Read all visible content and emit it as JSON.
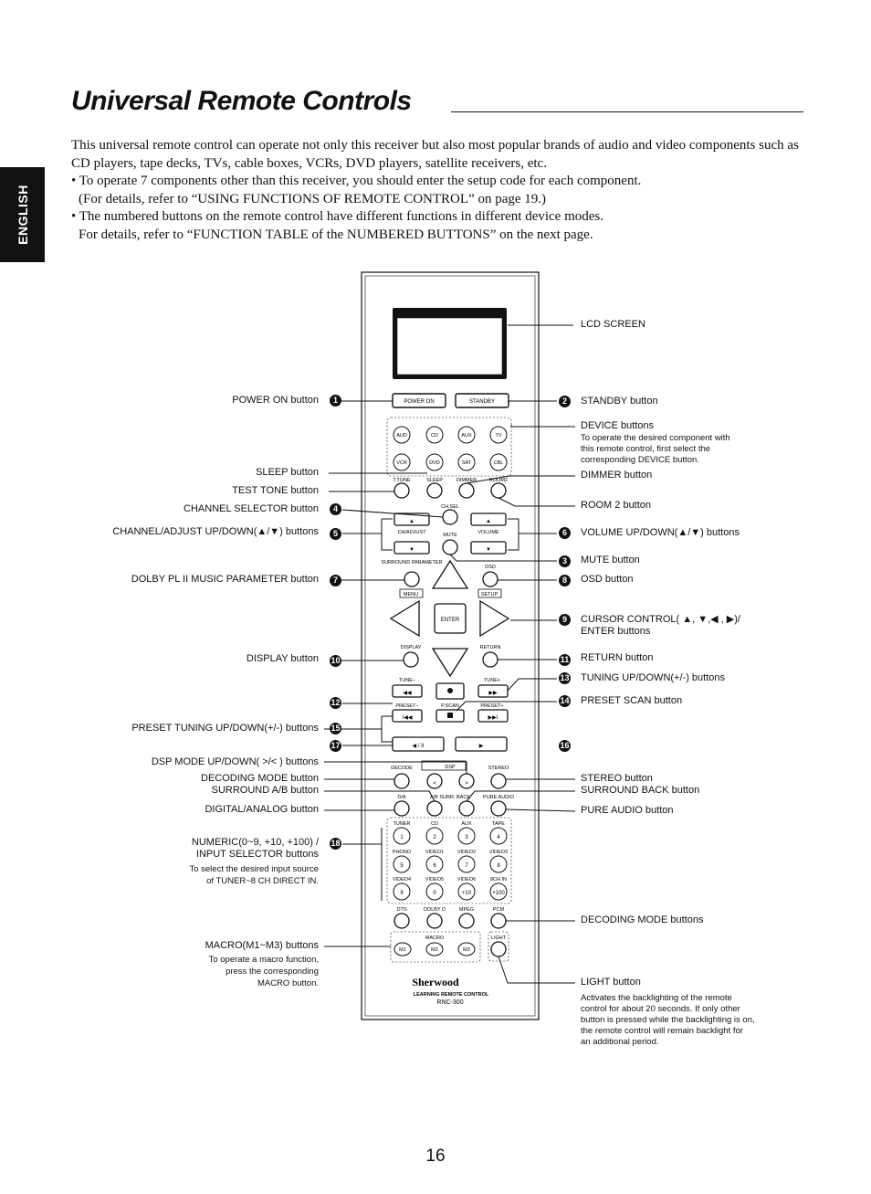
{
  "page": {
    "title": "Universal Remote Controls",
    "language_tab": "ENGLISH",
    "page_number": "16",
    "intro": {
      "para1": "This universal remote control can operate not only this receiver but also most popular brands of audio and video components such as CD players, tape decks, TVs, cable boxes, VCRs, DVD players, satellite receivers, etc.",
      "bullet1": "• To operate 7 components other than this receiver, you should enter the setup code for each component.",
      "bullet1_cont": "(For details, refer to “USING FUNCTIONS OF REMOTE CONTROL” on page 19.)",
      "bullet2": "• The numbered buttons on the remote control have different functions in different device modes.",
      "bullet2_cont": "For details, refer to “FUNCTION TABLE of the NUMBERED BUTTONS” on the next page."
    }
  },
  "remote": {
    "brand": "Sherwood",
    "subtitle": "LEARNING REMOTE CONTROL",
    "model": "RNC-300",
    "buttons": {
      "power_on": "POWER ON",
      "standby": "STANDBY",
      "aud": "AUD",
      "cd": "CD",
      "aux": "AUX",
      "tv": "TV",
      "vcr": "VCR",
      "dvd": "DVD",
      "sat": "SAT",
      "cbl": "CBL",
      "tone": "T.TONE",
      "sleep": "SLEEP",
      "dimmer": "DIMMER",
      "room2": "ROOM2",
      "chsel": "CH.SEL",
      "ch_adjust": "CH/ADJUST",
      "volume": "VOLUME",
      "mute": "MUTE",
      "surround_param": "SURROUND PARAMETER",
      "osd": "OSD",
      "menu": "MENU",
      "setup": "SETUP",
      "enter": "ENTER",
      "display": "DISPLAY",
      "return": "RETURN",
      "tune_minus": "TUNE−",
      "tune_plus": "TUNE+",
      "preset_minus": "PRESET−",
      "preset_plus": "PRESET+",
      "pscan": "P.SCAN",
      "decode": "DECODE",
      "dsp": "DSP",
      "stereo": "STEREO",
      "da": "D/A",
      "ab_surr_back": "A/B SURR. BACK",
      "pure_audio": "PURE AUDIO",
      "tuner": "TUNER",
      "cd2": "CD",
      "aux2": "AUX",
      "tape": "TAPE",
      "phono": "PHONO",
      "video1": "VIDEO1",
      "video2": "VIDEO2",
      "video3": "VIDEO3",
      "video4": "VIDEO4",
      "video5": "VIDEO5",
      "video6": "VIDEO6",
      "ch8in": "8CH IN",
      "dts": "DTS",
      "dolbyd": "DOLBY D",
      "mpeg": "MPEG",
      "pcm": "PCM",
      "macro": "MACRO",
      "m1": "M1",
      "m2": "M2",
      "m3": "M3",
      "light": "LIGHT",
      "n1": "1",
      "n2": "2",
      "n3": "3",
      "n4": "4",
      "n5": "5",
      "n6": "6",
      "n7": "7",
      "n8": "8",
      "n9": "9",
      "n0": "0",
      "p10": "+10",
      "p100": "+100"
    }
  },
  "callouts": {
    "left": {
      "power_on": "POWER ON button",
      "sleep": "SLEEP button",
      "test_tone": "TEST TONE button",
      "channel_selector": "CHANNEL SELECTOR button",
      "channel_adjust": "CHANNEL/ADJUST UP/DOWN(▲/▼) buttons",
      "dolby_pl": "DOLBY PL II MUSIC PARAMETER button",
      "display": "DISPLAY button",
      "preset_tuning": "PRESET TUNING UP/DOWN(+/-) buttons",
      "dsp_mode": "DSP MODE UP/DOWN( >/< ) buttons",
      "decoding_mode": "DECODING MODE button",
      "surround_ab": "SURROUND A/B button",
      "digital_analog": "DIGITAL/ANALOG button",
      "numeric": "NUMERIC(0~9, +10, +100) /",
      "numeric2": "INPUT SELECTOR buttons",
      "numeric_note1": "To select the desired input source",
      "numeric_note2": "of TUNER~8 CH DIRECT IN.",
      "macro": "MACRO(M1~M3) buttons",
      "macro_note1": "To operate a macro function,",
      "macro_note2": "press the corresponding",
      "macro_note3": "MACRO button."
    },
    "right": {
      "lcd": "LCD SCREEN",
      "standby": "STANDBY button",
      "device": "DEVICE buttons",
      "device_note1": "To operate the desired component with",
      "device_note2": "this remote control, first select the",
      "device_note3": "corresponding DEVICE button.",
      "dimmer": "DIMMER button",
      "room2": "ROOM 2 button",
      "volume": "VOLUME UP/DOWN(▲/▼) buttons",
      "mute": "MUTE button",
      "osd": "OSD button",
      "cursor": "CURSOR CONTROL( ▲, ▼,◀ , ▶)/",
      "cursor2": "ENTER buttons",
      "return": "RETURN button",
      "tuning": "TUNING UP/DOWN(+/-)  buttons",
      "preset_scan": "PRESET SCAN  button",
      "stereo": "STEREO button",
      "surround_back": "SURROUND BACK button",
      "pure_audio": "PURE AUDIO button",
      "decoding_modes": "DECODING MODE buttons",
      "light": "LIGHT button",
      "light_note1": "Activates the backlighting of the remote",
      "light_note2": "control for about 20 seconds. If only other",
      "light_note3": "button is pressed while the backlighting is on,",
      "light_note4": "the remote control will remain backlight for",
      "light_note5": "an additional period."
    },
    "numbers": [
      "1",
      "2",
      "4",
      "5",
      "6",
      "3",
      "7",
      "8",
      "9",
      "10",
      "11",
      "13",
      "12",
      "14",
      "15",
      "17",
      "16",
      "18"
    ]
  }
}
